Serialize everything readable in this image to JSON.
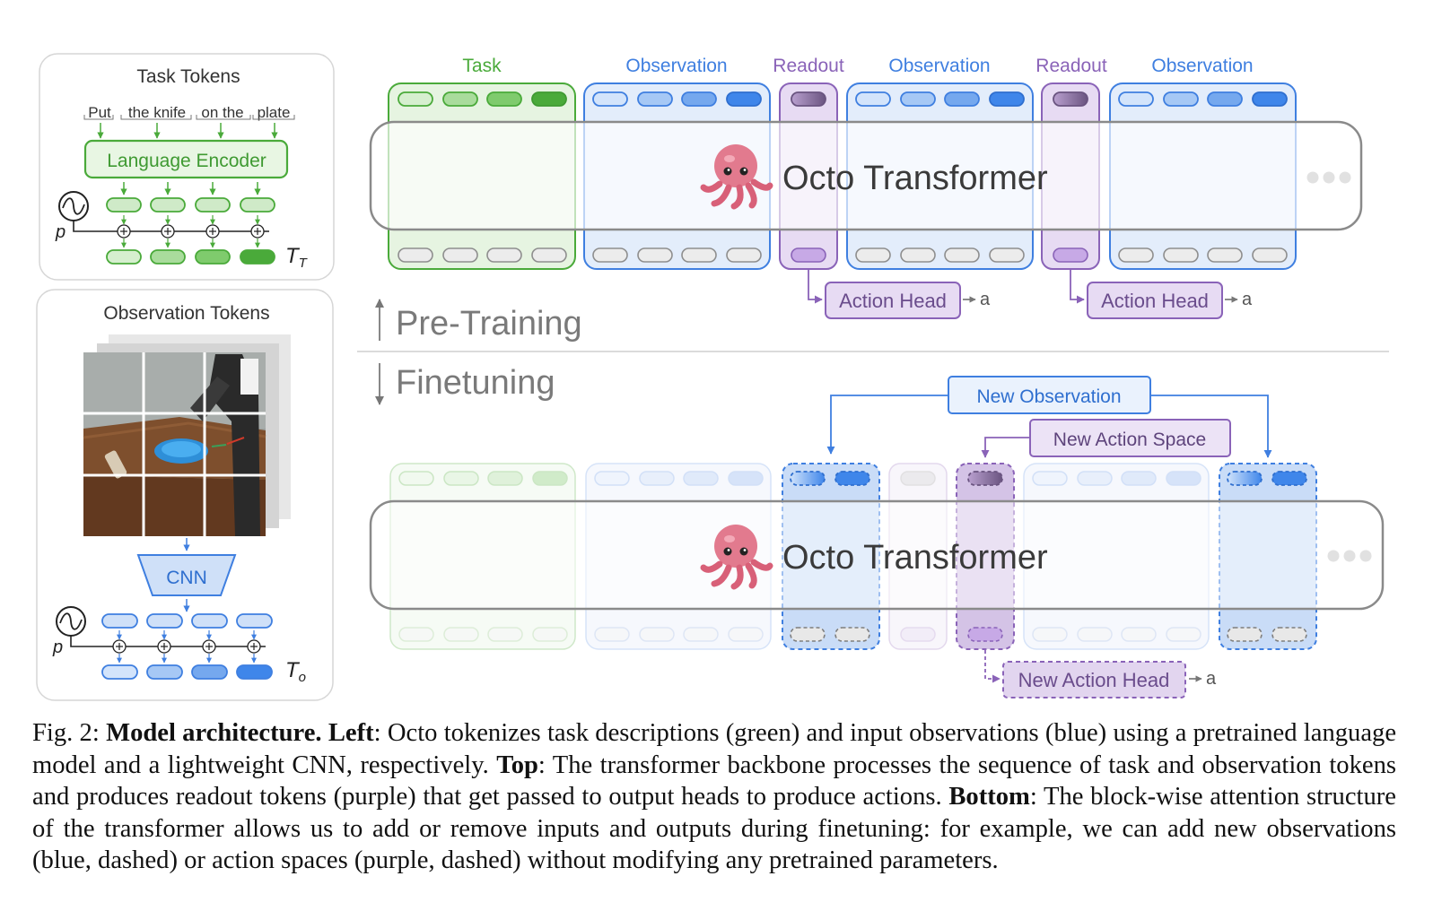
{
  "left_panels": {
    "task": {
      "title": "Task Tokens",
      "words": [
        "Put",
        "the knife",
        "on the",
        "plate"
      ],
      "encoder": "Language Encoder",
      "pos_label": "p",
      "tokens_label": "T",
      "tokens_sub": "T"
    },
    "observation": {
      "title": "Observation Tokens",
      "encoder": "CNN",
      "pos_label": "p",
      "tokens_label": "T",
      "tokens_sub": "o"
    }
  },
  "pretrain": {
    "group_labels": [
      "Task",
      "Observation",
      "Readout",
      "Observation",
      "Readout",
      "Observation"
    ],
    "transformer": "Octo Transformer",
    "action_head": "Action Head",
    "action_out": "a"
  },
  "stage_labels": {
    "pretrain": "Pre-Training",
    "finetune": "Finetuning"
  },
  "finetune": {
    "new_observation": "New Observation",
    "new_action_space": "New Action Space",
    "transformer": "Octo Transformer",
    "new_action_head": "New Action Head",
    "action_out": "a"
  },
  "caption": {
    "fig_label": "Fig. 2:",
    "title": "Model architecture.",
    "left_label": "Left",
    "left_text": ": Octo tokenizes task descriptions (green) and input observations (blue) using a pretrained language model and a lightweight CNN, respectively. ",
    "top_label": "Top",
    "top_text": ": The transformer backbone processes the sequence of task and observation tokens and produces readout tokens (purple) that get passed to output heads to produce actions. ",
    "bottom_label": "Bottom",
    "bottom_text": ": The block-wise attention structure of the transformer allows us to add or remove inputs and outputs during finetuning: for example, we can add new observations (blue, dashed) or action spaces (purple, dashed) without modifying any pretrained parameters."
  },
  "colors": {
    "task_green": "#4aaa3a",
    "observation_blue": "#3f7fe0",
    "readout_purple": "#9a6fc9",
    "transformer_border": "#8a8a8a"
  }
}
